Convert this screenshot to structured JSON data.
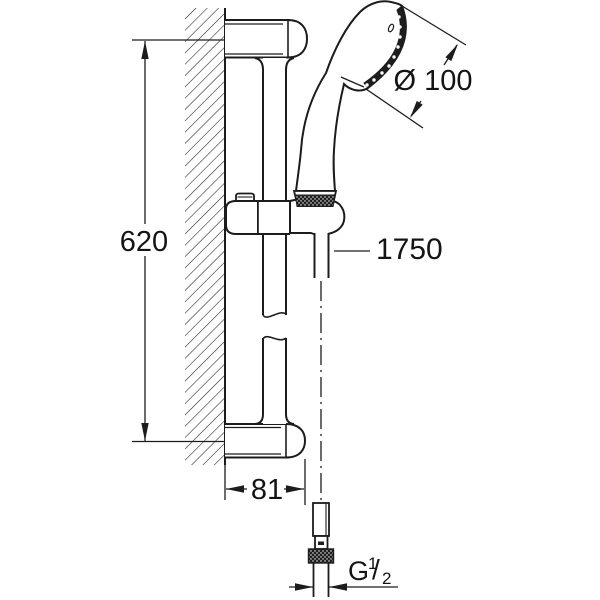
{
  "drawing": {
    "kind": "technical-dimension-drawing",
    "background": "#ffffff",
    "line_color": "#1c1c1c",
    "labels": {
      "rail_height": "620",
      "head_diameter": "Ø 100",
      "hose_length": "1750",
      "bracket_offset": "81",
      "thread_letter": "G",
      "thread_numerator": "1",
      "thread_slash": "/",
      "thread_denominator": "2"
    }
  }
}
